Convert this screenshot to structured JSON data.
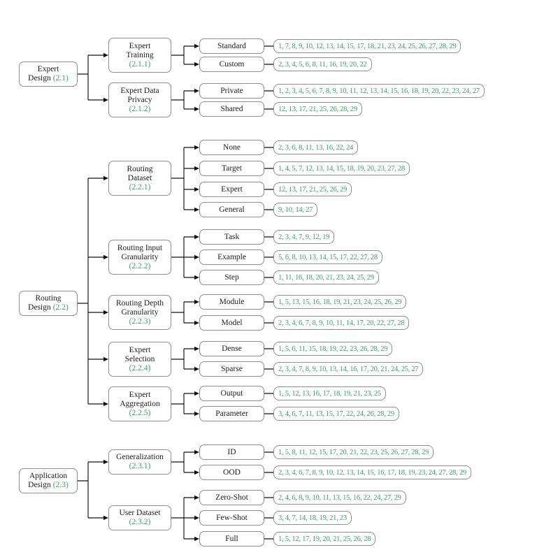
{
  "diagram": {
    "accent_green": "#3aa562",
    "line_color": "#111111",
    "border_color": "#8f8f8f",
    "groups": [
      {
        "root": {
          "line1": "Expert",
          "line2": "Design",
          "ref": "(2.1)"
        },
        "mids": [
          {
            "lines": [
              "Expert",
              "Training"
            ],
            "ref": "(2.1.1)",
            "leaves": [
              {
                "label": "Standard",
                "numbers": "1, 7, 8, 9, 10, 12, 13, 14, 15, 17, 18, 21, 23, 24, 25, 26, 27, 28, 29"
              },
              {
                "label": "Custom",
                "numbers": "2, 3, 4, 5, 6, 8, 11, 16, 19, 20, 22"
              }
            ]
          },
          {
            "lines": [
              "Expert Data",
              "Privacy"
            ],
            "ref": "(2.1.2)",
            "leaves": [
              {
                "label": "Private",
                "numbers": "1, 2, 3, 4, 5, 6, 7, 8, 9, 10, 11, 12, 13, 14, 15, 16, 18, 19, 20, 22, 23, 24, 27"
              },
              {
                "label": "Shared",
                "numbers": "12, 13, 17, 21, 25, 26, 28, 29"
              }
            ]
          }
        ]
      },
      {
        "root": {
          "line1": "Routing",
          "line2": "Design",
          "ref": "(2.2)"
        },
        "mids": [
          {
            "lines": [
              "Routing",
              "Dataset"
            ],
            "ref": "(2.2.1)",
            "leaves": [
              {
                "label": "None",
                "numbers": "2, 3, 6, 8, 11, 13, 16, 22, 24"
              },
              {
                "label": "Target",
                "numbers": "1, 4, 5, 7, 12, 13, 14, 15, 18, 19, 20, 23, 27, 28"
              },
              {
                "label": "Expert",
                "numbers": "12, 13, 17, 21, 25, 26, 29"
              },
              {
                "label": "General",
                "numbers": "9, 10, 14, 27"
              }
            ]
          },
          {
            "lines": [
              "Routing Input",
              "Granularity"
            ],
            "ref": "(2.2.2)",
            "leaves": [
              {
                "label": "Task",
                "numbers": "2, 3, 4, 7, 9, 12, 19"
              },
              {
                "label": "Example",
                "numbers": "5, 6, 8, 10, 13, 14, 15, 17, 22, 27, 28"
              },
              {
                "label": "Step",
                "numbers": "1, 11, 16, 18, 20, 21, 23, 24, 25, 29"
              }
            ]
          },
          {
            "lines": [
              "Routing Depth",
              "Granularity"
            ],
            "ref": "(2.2.3)",
            "leaves": [
              {
                "label": "Module",
                "numbers": "1, 5, 13, 15, 16, 18, 19, 21, 23, 24, 25, 26, 29"
              },
              {
                "label": "Model",
                "numbers": "2, 3, 4, 6, 7, 8, 9, 10, 11, 14, 17, 20, 22, 27, 28"
              }
            ]
          },
          {
            "lines": [
              "Expert",
              "Selection"
            ],
            "ref": "(2.2.4)",
            "leaves": [
              {
                "label": "Dense",
                "numbers": "1, 5, 6, 11, 15, 18, 19, 22, 23, 26, 28, 29"
              },
              {
                "label": "Sparse",
                "numbers": "2, 3, 4, 7, 8, 9, 10, 13, 14, 16, 17, 20, 21, 24, 25, 27"
              }
            ]
          },
          {
            "lines": [
              "Expert",
              "Aggregation"
            ],
            "ref": "(2.2.5)",
            "leaves": [
              {
                "label": "Output",
                "numbers": "1, 5, 12, 13, 16, 17, 18, 19, 21, 23, 25"
              },
              {
                "label": "Parameter",
                "numbers": "3, 4, 6, 7, 11, 13, 15, 17, 22, 24, 26, 28, 29"
              }
            ]
          }
        ]
      },
      {
        "root": {
          "line1": "Application",
          "line2": "Design",
          "ref": "(2.3)"
        },
        "mids": [
          {
            "lines": [
              "Generalization"
            ],
            "ref": "(2.3.1)",
            "leaves": [
              {
                "label": "ID",
                "numbers": "1, 5, 8, 11, 12, 15, 17, 20, 21, 22, 23, 25, 26, 27, 28, 29"
              },
              {
                "label": "OOD",
                "numbers": "2, 3, 4, 6, 7, 8, 9, 10, 12, 13, 14, 15, 16, 17, 18, 19, 23, 24, 27, 28, 29"
              }
            ]
          },
          {
            "lines": [
              "User Dataset"
            ],
            "ref": "(2.3.2)",
            "leaves": [
              {
                "label": "Zero-Shot",
                "numbers": "2, 4, 6, 8, 9, 10, 11, 13, 15, 16, 22, 24, 27, 29"
              },
              {
                "label": "Few-Shot",
                "numbers": "3, 4, 7, 14, 18, 19, 21, 23"
              },
              {
                "label": "Full",
                "numbers": "1, 5, 12, 17, 19, 20, 21, 25, 26, 28"
              }
            ]
          }
        ]
      }
    ]
  }
}
